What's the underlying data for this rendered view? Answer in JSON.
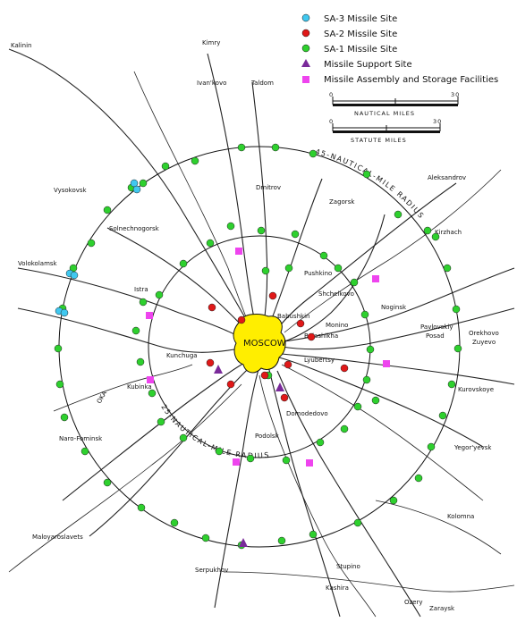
{
  "colors": {
    "sa3": "#40c8f0",
    "sa2": "#e01818",
    "sa1": "#2ed02e",
    "support": "#7a2a9a",
    "assembly": "#ee44ee",
    "moscow": "#ffee00",
    "ink": "#111111"
  },
  "legend": {
    "sa3": "SA-3 Missile Site",
    "sa2": "SA-2 Missile Site",
    "sa1": "SA-1 Missile Site",
    "support": "Missile Support Site",
    "assembly": "Missile Assembly and Storage Facilities"
  },
  "scales": {
    "nautical": {
      "label": "NAUTICAL MILES",
      "start": "0",
      "end": "30"
    },
    "statute": {
      "label": "STATUTE MILES",
      "start": "0",
      "end": "30"
    }
  },
  "rings": {
    "outer_label": "45-NAUTICAL-MILE RADIUS",
    "inner_label": "25-NAUTICAL-MILE RADIUS"
  },
  "city": {
    "label": "MOSCOW"
  },
  "towns": [
    {
      "id": "kalinin",
      "label": "Kalinin"
    },
    {
      "id": "kimry",
      "label": "Kimry"
    },
    {
      "id": "ivankovo",
      "label": "Ivan'kovo"
    },
    {
      "id": "taldom",
      "label": "Taldom"
    },
    {
      "id": "dmitrov",
      "label": "Dmitrov"
    },
    {
      "id": "zagorsk",
      "label": "Zagorsk"
    },
    {
      "id": "aleksandrov",
      "label": "Aleksandrov"
    },
    {
      "id": "kirzhach",
      "label": "Kirzhach"
    },
    {
      "id": "vysokovsk",
      "label": "Vysokovsk"
    },
    {
      "id": "solnechnogorsk",
      "label": "Solnechnogorsk"
    },
    {
      "id": "volokolamsk",
      "label": "Volokolamsk"
    },
    {
      "id": "istra",
      "label": "Istra"
    },
    {
      "id": "pushkino",
      "label": "Pushkino"
    },
    {
      "id": "shchelkovo",
      "label": "Shchelkovo"
    },
    {
      "id": "babushkin",
      "label": "Babushkin"
    },
    {
      "id": "monino",
      "label": "Monino"
    },
    {
      "id": "balashikha",
      "label": "Balashikha"
    },
    {
      "id": "noginsk",
      "label": "Noginsk"
    },
    {
      "id": "pavlovskiy",
      "label": "Pavlovskiy"
    },
    {
      "id": "posad",
      "label": "Posad"
    },
    {
      "id": "orekhovo",
      "label": "Orekhovo"
    },
    {
      "id": "zuyevo",
      "label": "Zuyevo"
    },
    {
      "id": "kunchuga",
      "label": "Kunchuga"
    },
    {
      "id": "lyubertsy",
      "label": "Lyubertsy"
    },
    {
      "id": "kurovskoye",
      "label": "Kurovskoye"
    },
    {
      "id": "kubinka",
      "label": "Kubinka"
    },
    {
      "id": "domodedovo",
      "label": "Domodedovo"
    },
    {
      "id": "podolsk",
      "label": "Podolsk"
    },
    {
      "id": "narofominsk",
      "label": "Naro-Fominsk"
    },
    {
      "id": "yegoryevsk",
      "label": "Yegor'yevsk"
    },
    {
      "id": "kolomna",
      "label": "Kolomna"
    },
    {
      "id": "maloyaroslavets",
      "label": "Maloyaroslavets"
    },
    {
      "id": "serpukhov",
      "label": "Serpukhov"
    },
    {
      "id": "stupino",
      "label": "Stupino"
    },
    {
      "id": "kashira",
      "label": "Kashira"
    },
    {
      "id": "ozery",
      "label": "Ozery"
    },
    {
      "id": "zaraysk",
      "label": "Zaraysk"
    },
    {
      "id": "oka",
      "label": "OKA"
    }
  ]
}
